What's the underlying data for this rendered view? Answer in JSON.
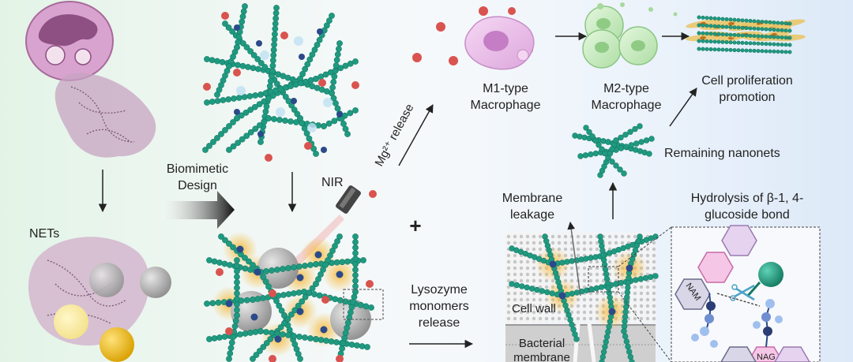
{
  "labels": {
    "nets": "NETs",
    "biomimetic_line1": "Biomimetic",
    "biomimetic_line2": "Design",
    "nir": "NIR",
    "mg_release": "Mg²⁺ release",
    "plus": "+",
    "lysozyme_line1": "Lysozyme",
    "lysozyme_line2": "monomers",
    "lysozyme_line3": "release",
    "m1_line1": "M1-type",
    "m1_line2": "Macrophage",
    "m2_line1": "M2-type",
    "m2_line2": "Macrophage",
    "prolif_line1": "Cell proliferation",
    "prolif_line2": "promotion",
    "remaining": "Remaining nanonets",
    "membrane_line1": "Membrane",
    "membrane_line2": "leakage",
    "hydrolysis_line1": "Hydrolysis of β-1, 4-",
    "hydrolysis_line2": "glucoside bond",
    "cell_wall": "Cell wall",
    "bact_line1": "Bacterial",
    "bact_line2": "membrane",
    "nam": "NAM",
    "nag": "NAG"
  },
  "colors": {
    "fiber": "#1f9a80",
    "fiber_dark": "#167a66",
    "mg_dot": "#d9534f",
    "lysozyme_core": "#2b4a8a",
    "glow": "#f5b942",
    "m1": "#e7b8e6",
    "m2": "#bfe8b8",
    "neutrophil": "#c98bb8",
    "arrow": "#222222"
  }
}
